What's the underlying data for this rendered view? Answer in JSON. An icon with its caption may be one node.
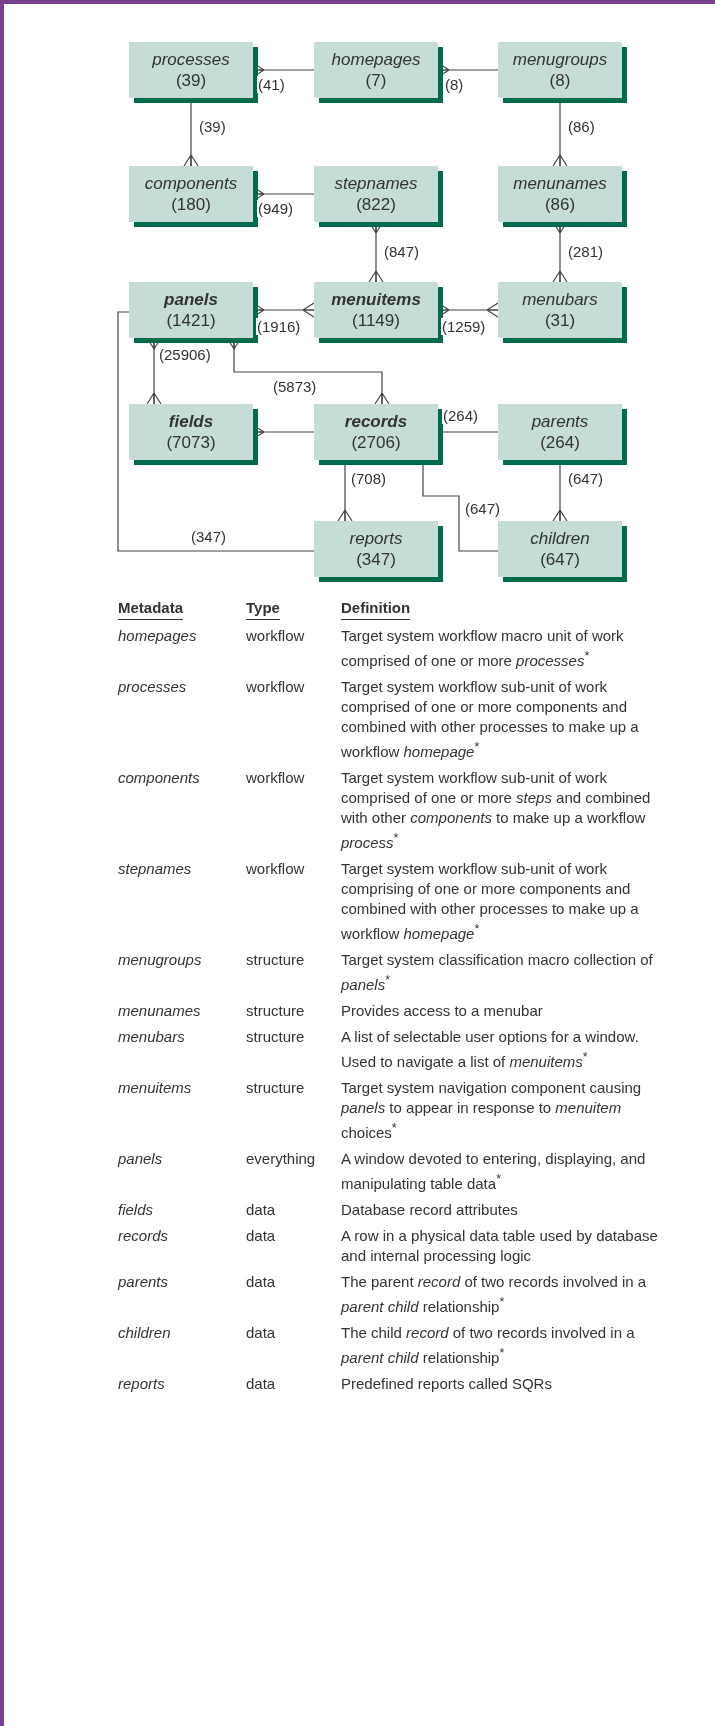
{
  "diagram": {
    "nodes": [
      {
        "text": [
          "processes",
          "(39)"
        ]
      },
      {
        "text": [
          "homepages",
          "(7)"
        ]
      },
      {
        "text": [
          "menugroups",
          "(8)"
        ]
      },
      {
        "text": [
          "components",
          "(180)"
        ]
      },
      {
        "text": [
          "stepnames",
          "(822)"
        ]
      },
      {
        "text": [
          "menunames",
          "(86)"
        ]
      },
      {
        "text": [
          "panels",
          "(1421)"
        ]
      },
      {
        "text": [
          "menuitems",
          "(1149)"
        ]
      },
      {
        "text": [
          "menubars",
          "(31)"
        ]
      },
      {
        "text": [
          "fields",
          "(7073)"
        ]
      },
      {
        "text": [
          "records",
          "(2706)"
        ]
      },
      {
        "text": [
          "parents",
          "(264)"
        ]
      },
      {
        "text": [
          "reports",
          "(347)"
        ]
      },
      {
        "text": [
          "children",
          "(647)"
        ]
      }
    ],
    "edges": [
      {
        "from": 1,
        "to": 0,
        "arrow": "other",
        "label": "(41)"
      },
      {
        "from": 2,
        "to": 1,
        "arrow": "other",
        "label": "(8)"
      },
      {
        "from": 0,
        "to": 3,
        "arrow": "other",
        "label": "(39)"
      },
      {
        "from": 2,
        "to": 5,
        "arrow": "other",
        "label": "(86)"
      },
      {
        "from": 4,
        "to": 3,
        "arrow": "other",
        "label": "(949)"
      },
      {
        "from": 4,
        "to": 7,
        "arrow": "other",
        "label": "(847)"
      },
      {
        "from": 5,
        "to": 8,
        "arrow": "other",
        "label": "(281)"
      },
      {
        "from": 6,
        "to": 7,
        "arrow": "other",
        "label": "(1916)"
      },
      {
        "from": 7,
        "to": 8,
        "arrow": "other",
        "label": "(1259)"
      },
      {
        "from": 6,
        "to": 9,
        "arrow": "other",
        "label": "(25906)"
      },
      {
        "from": 6,
        "to": 10,
        "arrow": "other",
        "label": "(5873)"
      },
      {
        "from": 10,
        "to": 9,
        "arrow": "other"
      },
      {
        "from": 10,
        "to": 11,
        "arrow": "none",
        "label": "(264)"
      },
      {
        "from": 10,
        "to": 12,
        "arrow": "other",
        "label": "(708)"
      },
      {
        "from": 10,
        "to": 13,
        "arrow": "none",
        "label": "(647)"
      },
      {
        "from": 6,
        "to": 12,
        "arrow": "none",
        "label": "(347)"
      },
      {
        "from": 11,
        "to": 13,
        "arrow": "other",
        "label": "(647)"
      }
    ],
    "labels": [
      "Metadata",
      "Type",
      "Definition",
      "homepages",
      "workflow",
      "Target system workflow macro unit of work comprised of one or more *processes*$^{*}$",
      "processes",
      "workflow",
      "Target system workflow sub-unit of work comprised of one or more components and combined with other processes to make up a workflow *homepage*$^{*}$",
      "components",
      "workflow",
      "Target system workflow sub-unit of work comprised of one or more *steps* and combined with other *components* to make up a workflow *process*$^{*}$",
      "stepnames",
      "workflow",
      "Target system workflow sub-unit of work comprising of one or more components and combined with other processes to make up a workflow *homepage*$^{*}$",
      "menugroups",
      "structure",
      "Target system classification macro collection of *panels*$^{*}$",
      "menunames",
      "structure",
      "Provides access to a menubar",
      "menubars",
      "structure",
      "A list of selectable user options for a window. Used to navigate a list of *menuitems*$^{*}$",
      "menuitems",
      "structure",
      "Target system navigation component causing *panels* to appear in response to *menuitem* choices$^{*}$",
      "panels",
      "everything",
      "A window devoted to entering, displaying, and manipulating table data$^{*}$",
      "fields",
      "data",
      "Database record attributes",
      "records",
      "data",
      "A row in a physical data table used by database and internal processing logic",
      "parents",
      "data",
      "The parent *record* of two records involved in a *parent child* relationship$^{*}$",
      "children",
      "data",
      "The child *record* of two records involved in a *parent child* relationship$^{*}$",
      "reports",
      "data",
      "Predefined reports called SQRs"
    ]
  }
}
